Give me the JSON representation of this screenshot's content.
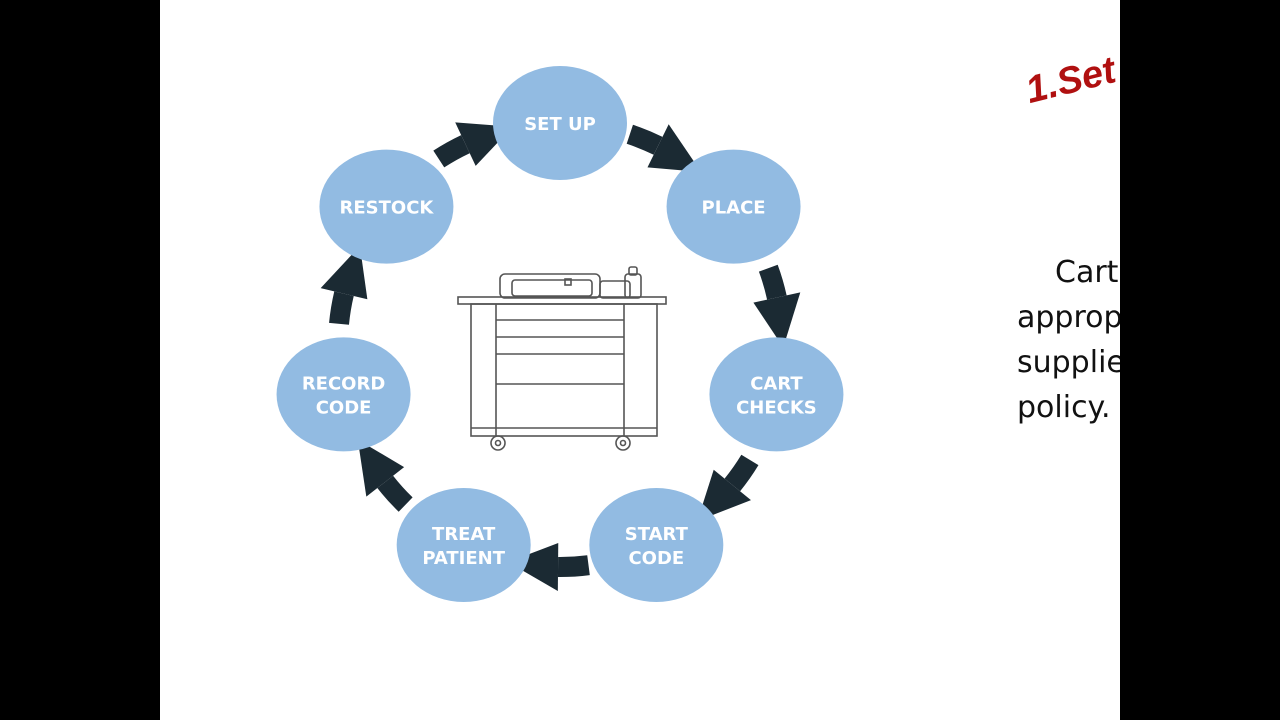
{
  "colors": {
    "node_fill": "#92bbe2",
    "arrow": "#1b2a33",
    "title": "#b01010",
    "cart_stroke": "#555555"
  },
  "diagram": {
    "steps": [
      {
        "id": "set-up",
        "lines": [
          "SET UP"
        ]
      },
      {
        "id": "place",
        "lines": [
          "PLACE"
        ]
      },
      {
        "id": "cart-checks",
        "lines": [
          "CART",
          "CHECKS"
        ]
      },
      {
        "id": "start-code",
        "lines": [
          "START",
          "CODE"
        ]
      },
      {
        "id": "treat-patient",
        "lines": [
          "TREAT",
          "PATIENT"
        ]
      },
      {
        "id": "record-code",
        "lines": [
          "RECORD",
          "CODE"
        ]
      },
      {
        "id": "restock",
        "lines": [
          "RESTOCK"
        ]
      }
    ],
    "center_icon": "crash-cart-icon"
  },
  "slide": {
    "title": "1.Set",
    "body_lines": [
      "Cart",
      "approp",
      "supplie",
      "policy."
    ]
  }
}
